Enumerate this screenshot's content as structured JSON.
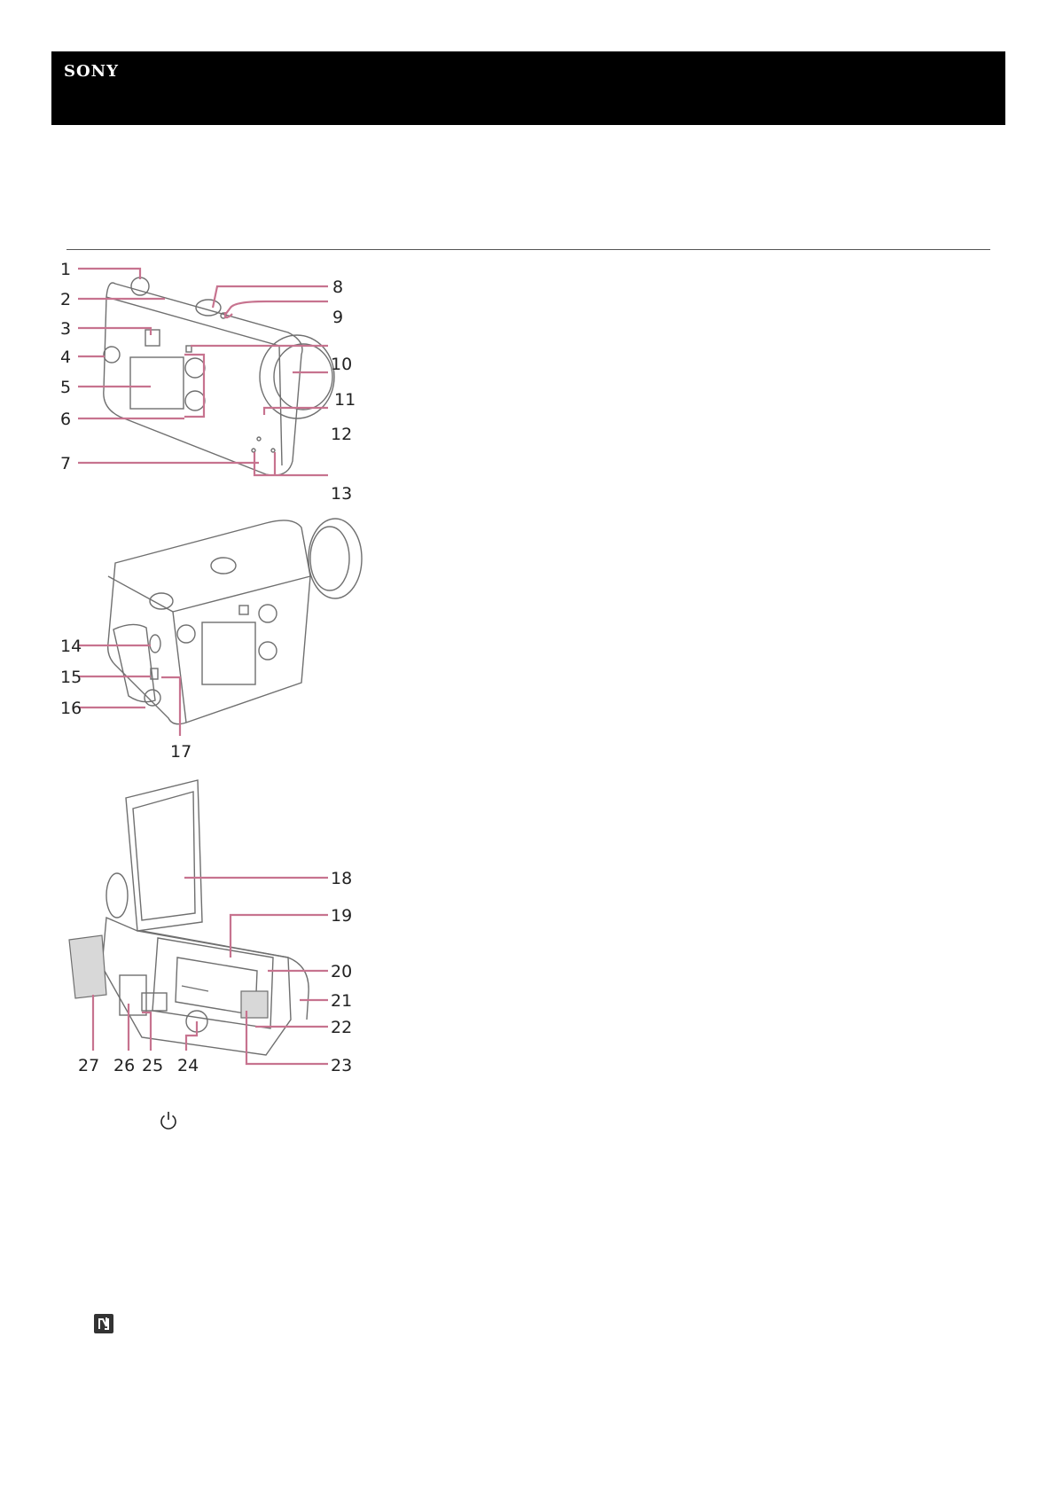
{
  "header": {
    "brand": "SONY"
  },
  "figure": {
    "callouts": [
      "1",
      "2",
      "3",
      "4",
      "5",
      "6",
      "7",
      "8",
      "9",
      "10",
      "11",
      "12",
      "13",
      "14",
      "15",
      "16",
      "17",
      "18",
      "19",
      "20",
      "21",
      "22",
      "23",
      "24",
      "25",
      "26",
      "27"
    ]
  },
  "icons": {
    "power": "power-icon",
    "nfc": "nfc-mark-icon",
    "leader_color": "#c7738f"
  }
}
